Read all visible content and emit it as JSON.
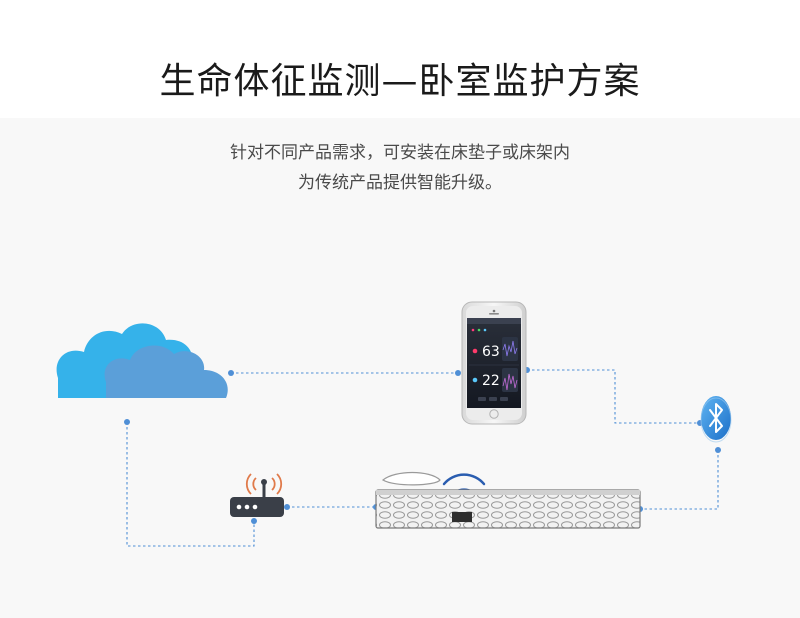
{
  "header": {
    "title": "生命体征监测—卧室监护方案",
    "subtitle_line1": "针对不同产品需求，可安装在床垫子或床架内",
    "subtitle_line2": "为传统产品提供智能升级。"
  },
  "phone_screen": {
    "reading_top": "63",
    "reading_bottom": "22"
  },
  "colors": {
    "cloud_front": "#5b9fd9",
    "cloud_back": "#35b2ea",
    "connector": "#4f8fd6",
    "bluetooth": "#2f8fdc",
    "wifi_signal": "#2a5db0",
    "router_antenna": "#e07a4a"
  },
  "icons": {
    "cloud": "cloud-icon",
    "phone": "smartphone-icon",
    "bluetooth": "bluetooth-icon",
    "router": "wifi-router-icon",
    "sensor": "bed-sensor-icon"
  }
}
